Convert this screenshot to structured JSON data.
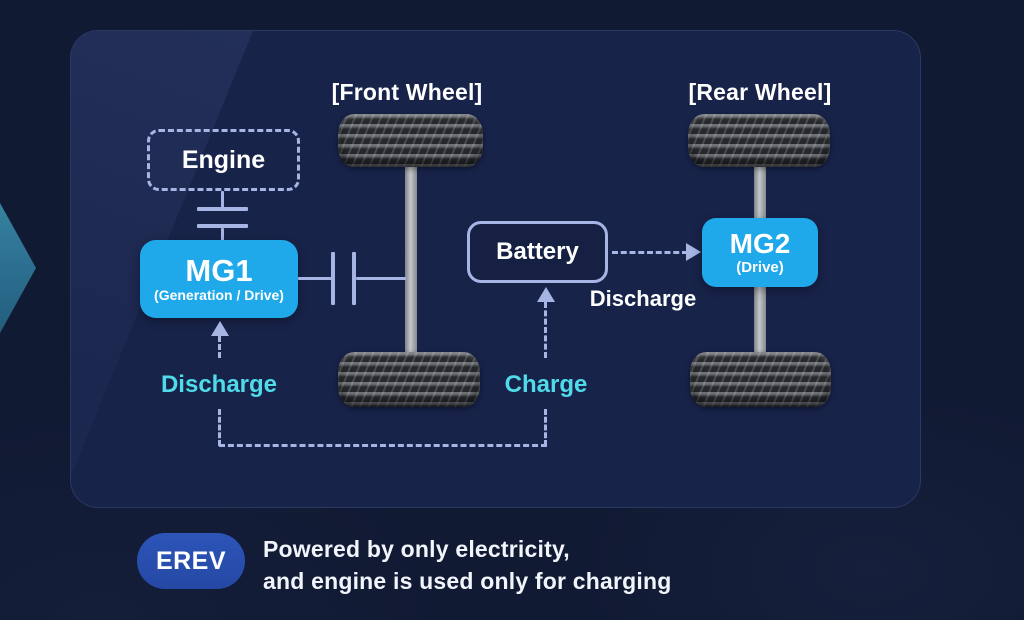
{
  "panel": {
    "front_wheel": {
      "label": "[Front Wheel]"
    },
    "rear_wheel": {
      "label": "[Rear Wheel]"
    },
    "engine": {
      "label": "Engine"
    },
    "mg1": {
      "title": "MG1",
      "subtitle": "(Generation / Drive)"
    },
    "battery": {
      "label": "Battery"
    },
    "mg2": {
      "title": "MG2",
      "subtitle": "(Drive)"
    },
    "flows": {
      "battery_to_mg2": "Discharge",
      "mg1_discharge": "Discharge",
      "battery_charge": "Charge"
    }
  },
  "footer": {
    "badge": "EREV",
    "description_line1": "Powered by only electricity,",
    "description_line2": "and engine is used only for charging"
  },
  "colors": {
    "background": "#111a33",
    "panel": "#18234a",
    "accent_cyan_box": "#20a9ea",
    "connector_line": "#a6b5e4",
    "flow_label_cyan": "#4fdbe9",
    "badge_blue": "#2a52b4",
    "chevron_teal": "#2d7192",
    "axle_gray": "#9a9da2"
  }
}
